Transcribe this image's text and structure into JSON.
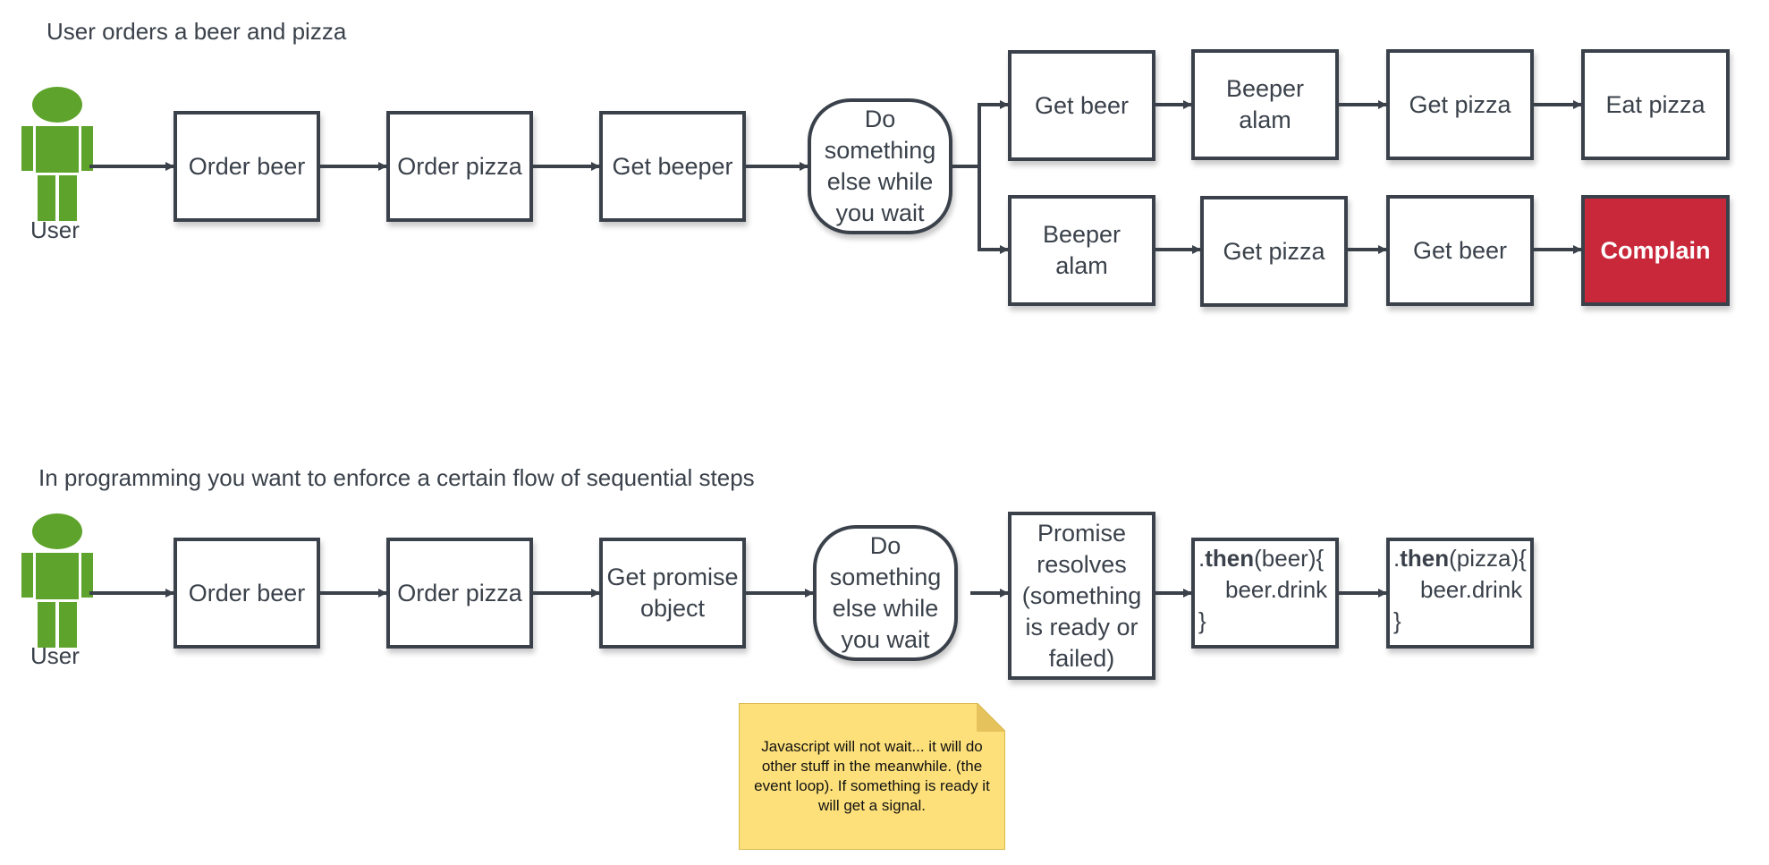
{
  "diagram1": {
    "title": "User orders a beer and pizza",
    "user_label": "User",
    "steps": [
      "Order beer",
      "Order pizza",
      "Get beeper"
    ],
    "decision": "Do\nsomething\nelse while\nyou wait",
    "branch_top": [
      "Get beer",
      "Beeper\nalam",
      "Get pizza",
      "Eat pizza"
    ],
    "branch_bottom": [
      "Beeper\nalam",
      "Get pizza",
      "Get beer",
      "Complain"
    ]
  },
  "diagram2": {
    "title": "In programming you want to enforce a certain flow of sequential steps",
    "user_label": "User",
    "steps": [
      "Order beer",
      "Order pizza",
      "Get promise\nobject"
    ],
    "decision": "Do\nsomething\nelse while\nyou wait",
    "promise": "Promise\nresolves\n(something\nis ready or\nfailed)",
    "then1": {
      "prefix": ".",
      "keyword": "then",
      "args": "(beer){",
      "body": "beer.drink",
      "close": "}"
    },
    "then2": {
      "prefix": ".",
      "keyword": "then",
      "args": "(pizza){",
      "body": "beer.drink",
      "close": "}"
    }
  },
  "note": {
    "text": "Javascript will not wait... it will do other stuff in the meanwhile. (the event loop). If something is ready it will get a signal.",
    "color": "#fde07a"
  },
  "colors": {
    "user_icon": "#5ea32b",
    "stroke": "#3a414a",
    "complain": "#c8283a"
  }
}
